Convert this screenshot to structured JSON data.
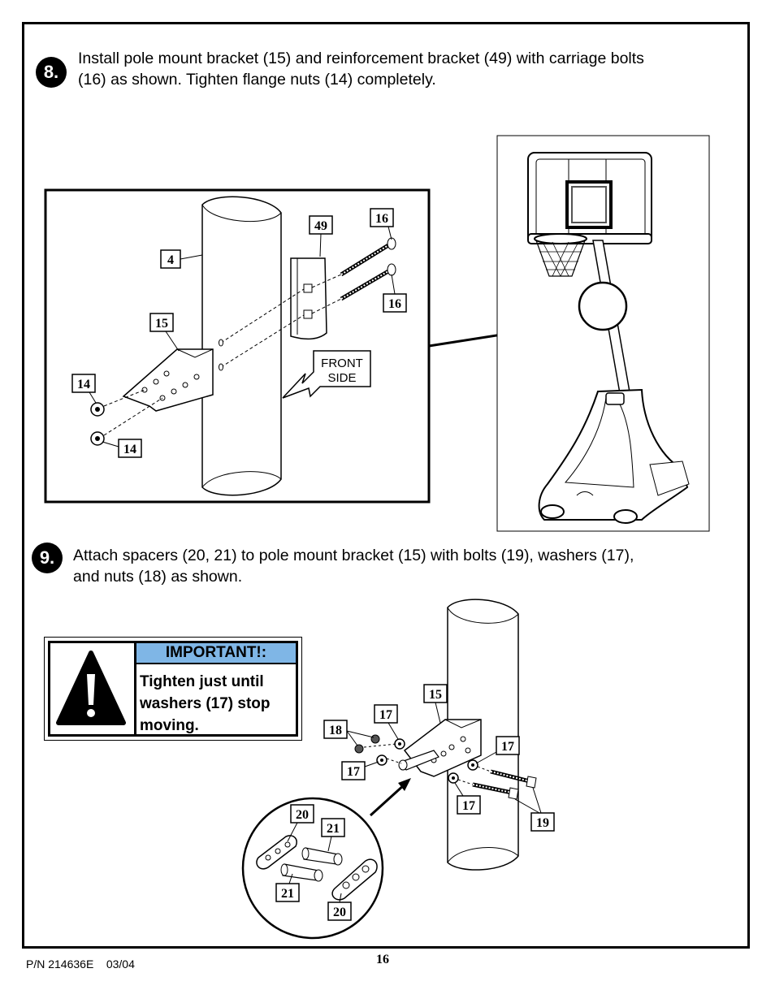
{
  "steps": [
    {
      "number": "8.",
      "line1": "Install pole mount bracket (15) and reinforcement bracket (49) with carriage bolts",
      "line2": "(16) as shown.  Tighten flange nuts (14) completely."
    },
    {
      "number": "9.",
      "line1": "Attach spacers (20, 21) to pole mount bracket (15) with bolts (19), washers (17),",
      "line2": "and nuts (18) as shown."
    }
  ],
  "diagram8": {
    "callouts": {
      "pole": "4",
      "reinforcement": "49",
      "bolt_top": "16",
      "bolt_bottom": "16",
      "bracket": "15",
      "nut_top": "14",
      "nut_bottom": "14"
    },
    "front_side_line1": "FRONT",
    "front_side_line2": "SIDE"
  },
  "diagram9": {
    "callouts": {
      "bracket": "15",
      "washer_top": "17",
      "nut": "18",
      "washer_left": "17",
      "washer_right": "17",
      "washer_bottom": "17",
      "bolts": "19",
      "spacer_20_top": "20",
      "spacer_21_top": "21",
      "spacer_21_bottom": "21",
      "spacer_20_bottom": "20"
    }
  },
  "warning": {
    "title": "IMPORTANT!:",
    "line1": "Tighten just until",
    "line2": "washers (17) stop",
    "line3": "moving."
  },
  "footer": {
    "part_number": "P/N 214636E    03/04",
    "page_number": "16"
  },
  "colors": {
    "accent_blue": "#7fb6e6"
  },
  "icons": [
    "warning-exclamation-icon"
  ]
}
